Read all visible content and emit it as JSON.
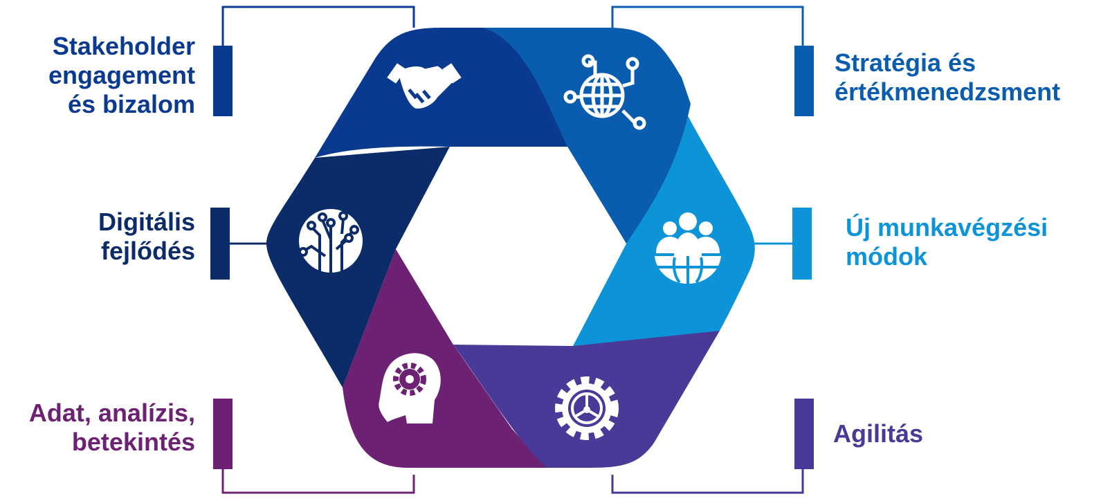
{
  "colors": {
    "stakeholder": "#0a3a8f",
    "strategy": "#0a5dae",
    "new_work": "#0d93d8",
    "agility": "#493a97",
    "data": "#6c2173",
    "digital": "#0b2c69",
    "icon": "#ffffff"
  },
  "segments": [
    {
      "key": "stakeholder",
      "label_lines": [
        "Stakeholder",
        "engagement",
        "és bizalom"
      ],
      "icon": "handshake-icon"
    },
    {
      "key": "strategy",
      "label_lines": [
        "Stratégia és",
        "értékmenedzsment"
      ],
      "icon": "globe-network-icon"
    },
    {
      "key": "new_work",
      "label_lines": [
        "Új munkavégzési",
        "módok"
      ],
      "icon": "people-globe-icon"
    },
    {
      "key": "agility",
      "label_lines": [
        "Agilitás"
      ],
      "icon": "gear-steering-icon"
    },
    {
      "key": "data",
      "label_lines": [
        "Adat, analízis,",
        "betekintés"
      ],
      "icon": "head-gear-icon"
    },
    {
      "key": "digital",
      "label_lines": [
        "Digitális",
        "fejlődés"
      ],
      "icon": "circuit-tree-icon"
    }
  ]
}
